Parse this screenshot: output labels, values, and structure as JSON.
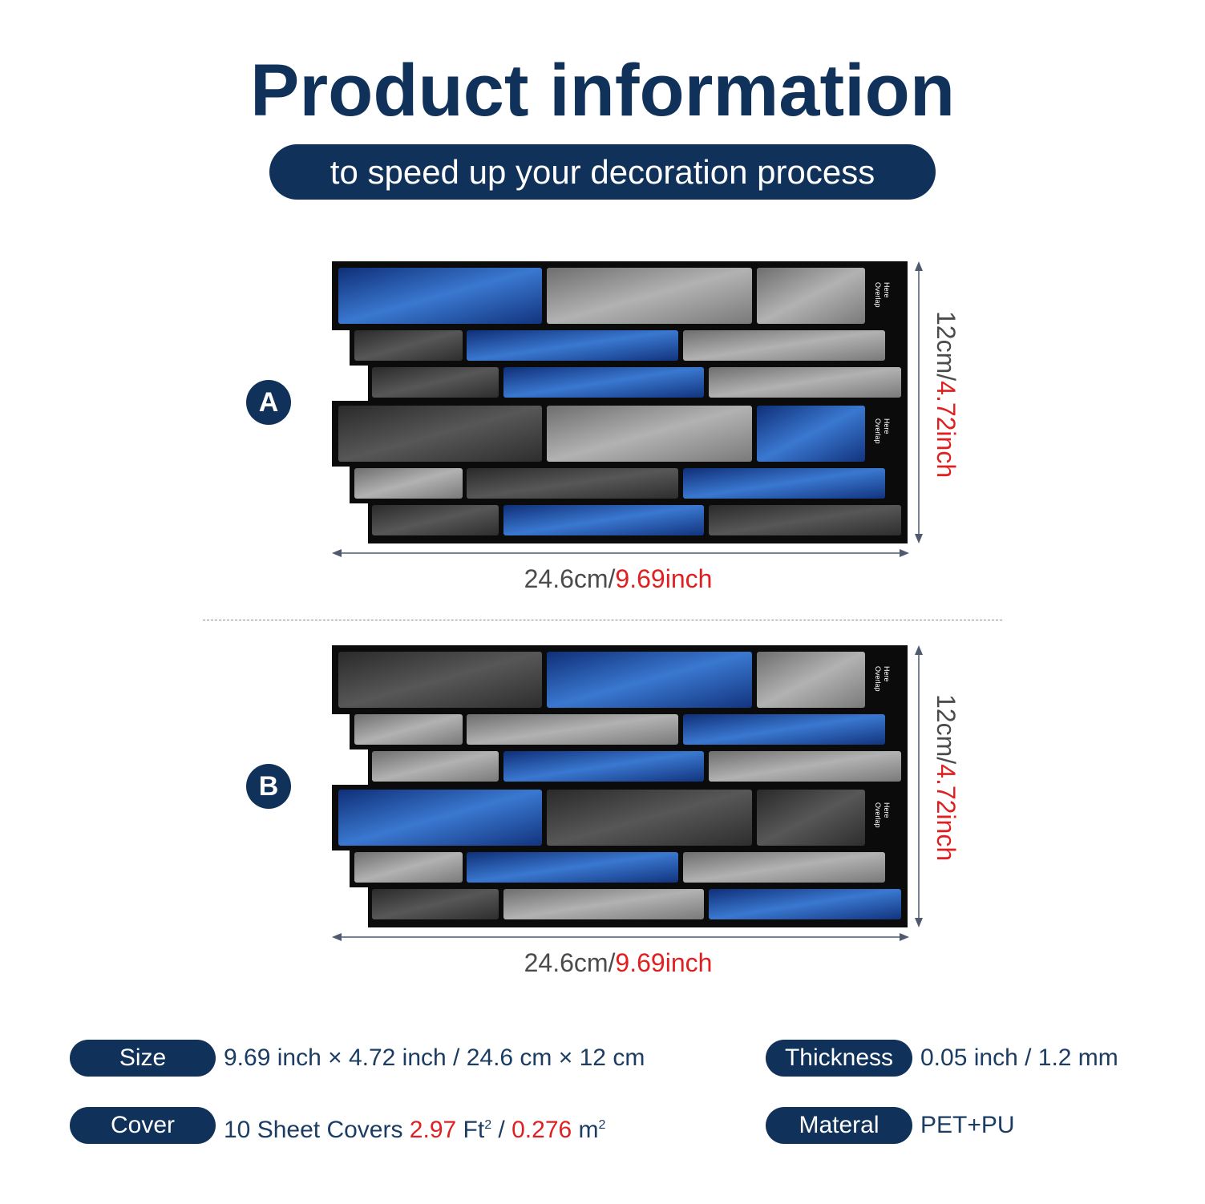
{
  "header": {
    "title": "Product information",
    "subtitle": "to speed up your decoration process"
  },
  "variants": [
    {
      "label": "A",
      "width_text": "24.6cm/",
      "width_text_red": "9.69inch",
      "height_text": "12cm/",
      "height_text_red": "4.72inch",
      "overlap_text": [
        "Overlap",
        "Here"
      ]
    },
    {
      "label": "B",
      "width_text": "24.6cm/",
      "width_text_red": "9.69inch",
      "height_text": "12cm/",
      "height_text_red": "4.72inch",
      "overlap_text": [
        "Overlap",
        "Here"
      ]
    }
  ],
  "specs": {
    "size_label": "Size",
    "size_value": "9.69 inch × 4.72 inch / 24.6 cm × 12 cm",
    "thickness_label": "Thickness",
    "thickness_value": "0.05 inch / 1.2 mm",
    "cover_label": "Cover",
    "cover_prefix": "10 Sheet Covers ",
    "cover_ft_value": "2.97",
    "cover_ft_unit": " Ft",
    "cover_sep": " / ",
    "cover_m_value": "0.276",
    "cover_m_unit": " m",
    "material_label": "Materal",
    "material_value": "PET+PU"
  },
  "colors": {
    "navy": "#10325a",
    "red": "#e02020",
    "tile_blue": "#1f4fa8",
    "tile_gray": "#8e8e8e",
    "tile_dark": "#3a3a3a"
  }
}
